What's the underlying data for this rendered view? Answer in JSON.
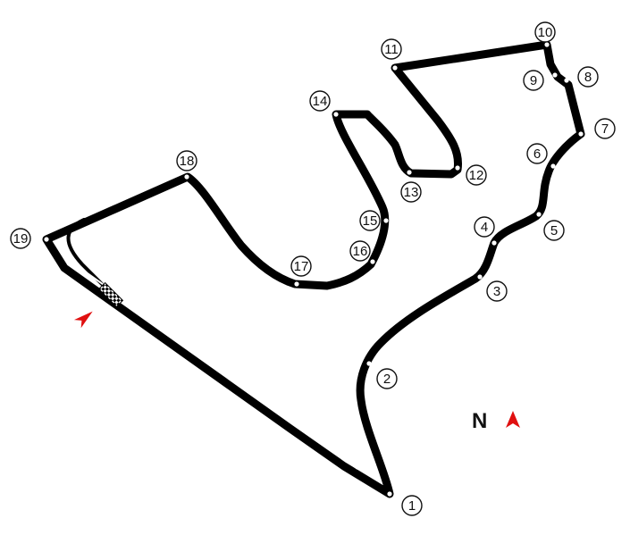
{
  "map": {
    "track_color": "#000000",
    "arrow_color": "#e01010",
    "turns": [
      {
        "id": "1",
        "label": "1"
      },
      {
        "id": "2",
        "label": "2"
      },
      {
        "id": "3",
        "label": "3"
      },
      {
        "id": "4",
        "label": "4"
      },
      {
        "id": "5",
        "label": "5"
      },
      {
        "id": "6",
        "label": "6"
      },
      {
        "id": "7",
        "label": "7"
      },
      {
        "id": "8",
        "label": "8"
      },
      {
        "id": "9",
        "label": "9"
      },
      {
        "id": "10",
        "label": "10"
      },
      {
        "id": "11",
        "label": "11"
      },
      {
        "id": "12",
        "label": "12"
      },
      {
        "id": "13",
        "label": "13"
      },
      {
        "id": "14",
        "label": "14"
      },
      {
        "id": "15",
        "label": "15"
      },
      {
        "id": "16",
        "label": "16"
      },
      {
        "id": "17",
        "label": "17"
      },
      {
        "id": "18",
        "label": "18"
      },
      {
        "id": "19",
        "label": "19"
      }
    ],
    "compass": {
      "label": "N",
      "icon": "north-arrow-icon"
    },
    "direction_icon": "race-direction-arrow-icon",
    "start_finish_icon": "checkered-flag-icon"
  }
}
